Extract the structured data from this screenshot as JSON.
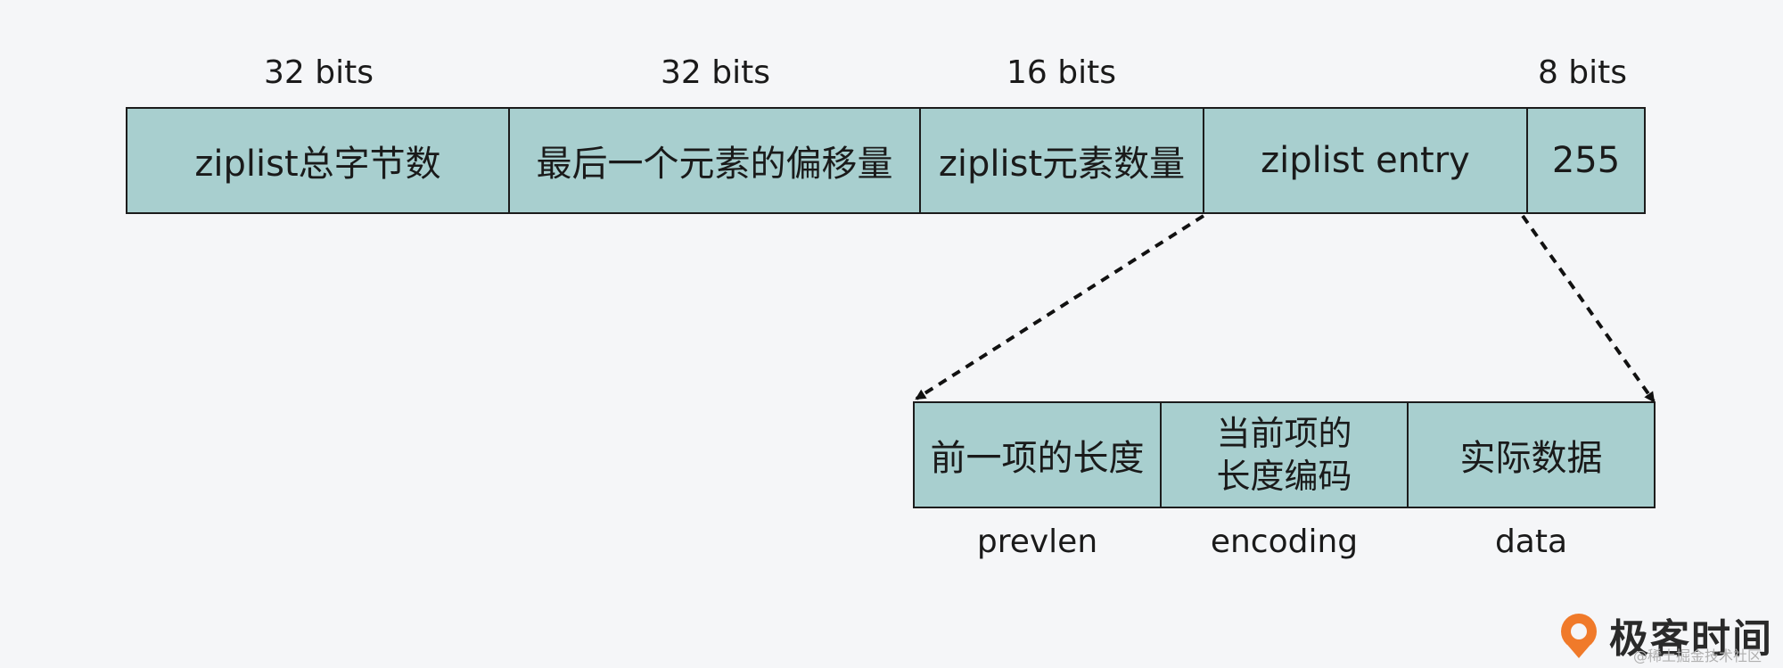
{
  "top_bits": [
    "32 bits",
    "32 bits",
    "16 bits",
    "8 bits"
  ],
  "top_fields": [
    "ziplist总字节数",
    "最后一个元素的偏移量",
    "ziplist元素数量",
    "ziplist entry",
    "255"
  ],
  "entry_fields": [
    "前一项的长度",
    "当前项的长度编码",
    "实际数据"
  ],
  "entry_labels": [
    "prevlen",
    "encoding",
    "data"
  ],
  "brand": {
    "name": "极客时间",
    "watermark": "@稀土掘金技术社区"
  },
  "colors": {
    "cell_fill": "#a8cfcf",
    "border": "#1c1c1c",
    "logo": "#f07a2a"
  }
}
